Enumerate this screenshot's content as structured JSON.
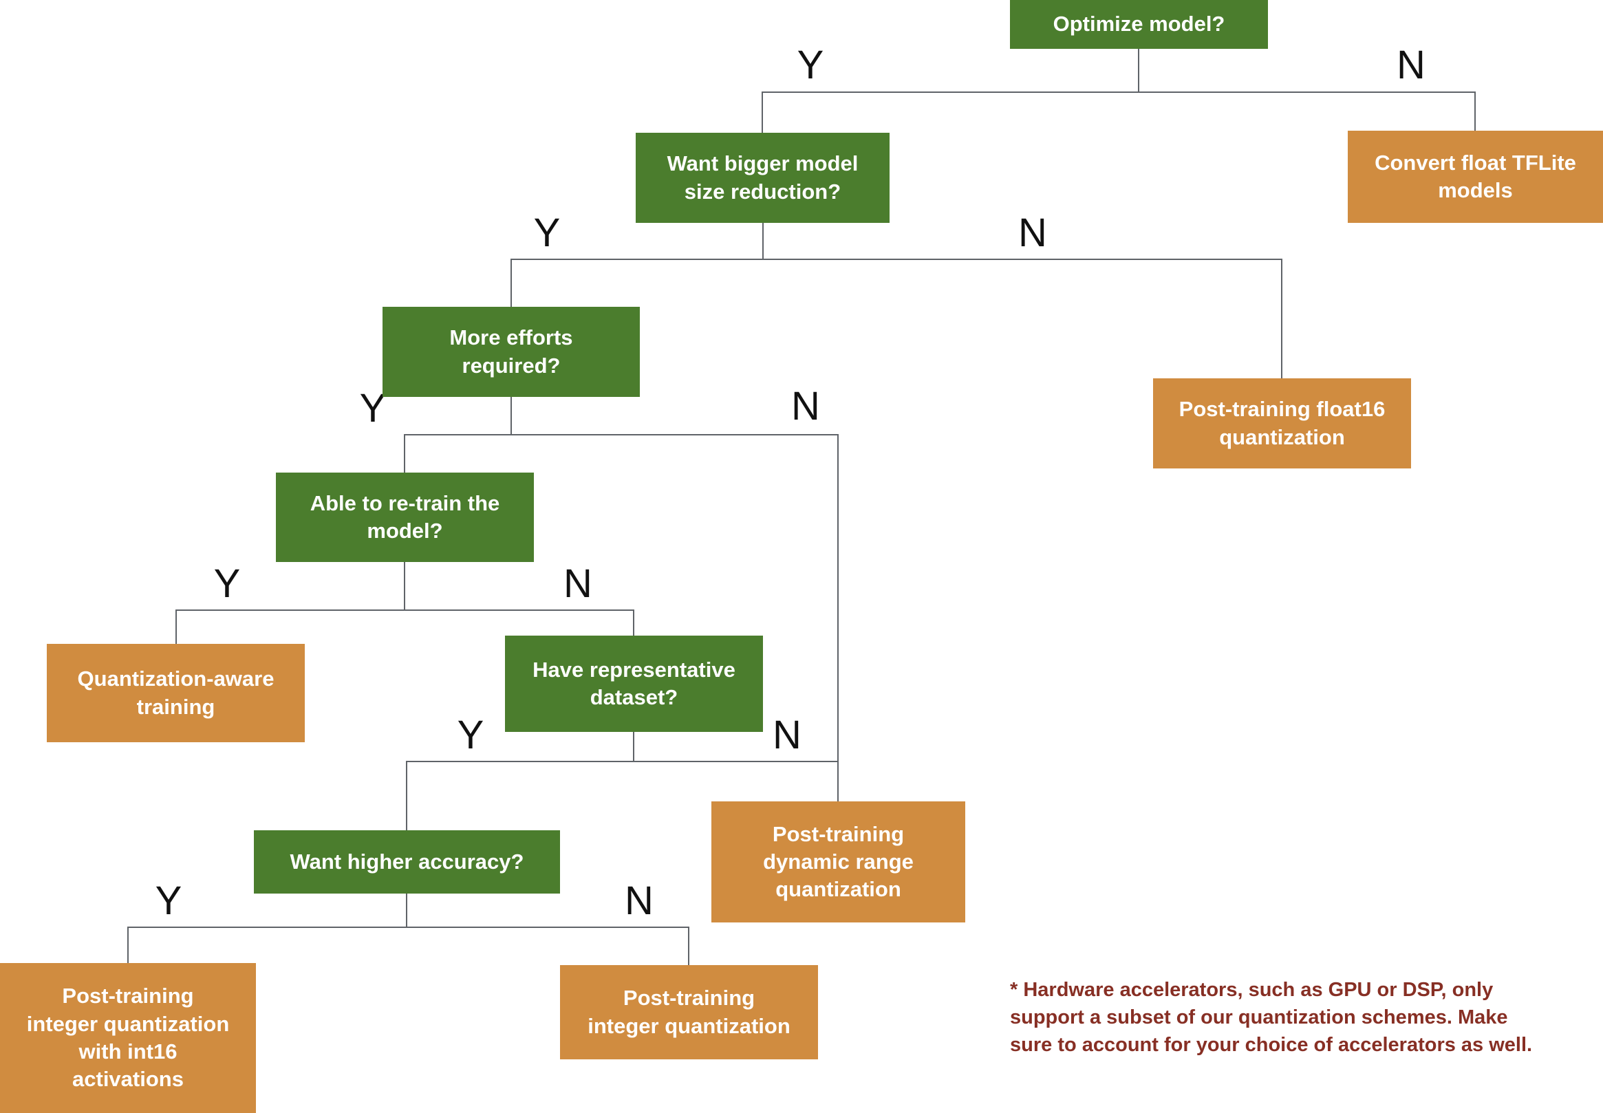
{
  "colors": {
    "background": "#ffffff",
    "decision_fill": "#4b7d2d",
    "outcome_fill": "#d08c40",
    "node_text": "#ffffff",
    "line": "#5f6368",
    "branch_label": "#111111",
    "footnote": "#872f24"
  },
  "branch_labels": {
    "yes": "Y",
    "no": "N"
  },
  "nodes": {
    "optimize_model": {
      "label": "Optimize model?",
      "type": "decision"
    },
    "want_bigger_reduction": {
      "label": "Want bigger model\nsize reduction?",
      "type": "decision"
    },
    "convert_float_tflite": {
      "label": "Convert float TFLite\nmodels",
      "type": "outcome"
    },
    "more_efforts": {
      "label": "More efforts\nrequired?",
      "type": "decision"
    },
    "float16_quant": {
      "label": "Post-training float16\nquantization",
      "type": "outcome"
    },
    "able_to_retrain": {
      "label": "Able to re-train the\nmodel?",
      "type": "decision"
    },
    "quantization_aware_training": {
      "label": "Quantization-aware\ntraining",
      "type": "outcome"
    },
    "representative_dataset": {
      "label": "Have representative\ndataset?",
      "type": "decision"
    },
    "want_higher_accuracy": {
      "label": "Want higher accuracy?",
      "type": "decision"
    },
    "dynamic_range_quant": {
      "label": "Post-training\ndynamic range\nquantization",
      "type": "outcome"
    },
    "integer_quant_int16": {
      "label": "Post-training\ninteger quantization\nwith int16\nactivations",
      "type": "outcome"
    },
    "integer_quant": {
      "label": "Post-training\ninteger quantization",
      "type": "outcome"
    }
  },
  "footnote": "* Hardware accelerators, such as GPU or DSP, only\nsupport a subset of our quantization schemes. Make\nsure to account for your choice of accelerators as well."
}
